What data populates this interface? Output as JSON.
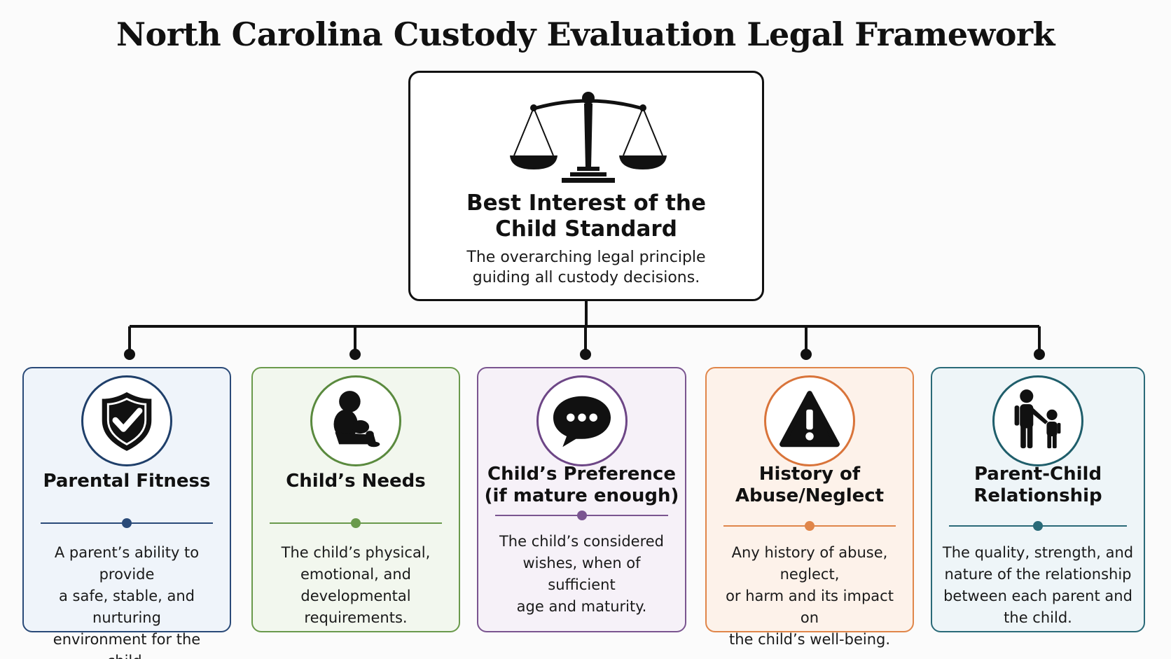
{
  "title": "North Carolina Custody Evaluation Legal Framework",
  "root": {
    "icon": "scales-of-justice-icon",
    "title_line1": "Best Interest of the",
    "title_line2": "Child Standard",
    "desc_line1": "The overarching legal principle",
    "desc_line2": "guiding all custody decisions."
  },
  "factors": [
    {
      "icon": "shield-check-icon",
      "accent": "#2a4a78",
      "title": [
        "Parental Fitness"
      ],
      "desc": [
        "A parent’s ability to provide",
        "a safe, stable, and nurturing",
        "environment for the child."
      ]
    },
    {
      "icon": "sitting-child-icon",
      "accent": "#6a9a4c",
      "title": [
        "Child’s Needs"
      ],
      "desc": [
        "The child’s physical,",
        "emotional, and",
        "developmental",
        "requirements."
      ]
    },
    {
      "icon": "speech-bubble-icon",
      "accent": "#7a5590",
      "title": [
        "Child’s Preference",
        "(if mature enough)"
      ],
      "desc": [
        "The child’s considered",
        "wishes, when of sufficient",
        "age and maturity."
      ]
    },
    {
      "icon": "warning-triangle-icon",
      "accent": "#e0864a",
      "title": [
        "History of",
        "Abuse/Neglect"
      ],
      "desc": [
        "Any history of abuse, neglect,",
        "or harm and its impact on",
        "the child’s well-being."
      ]
    },
    {
      "icon": "parent-child-icon",
      "accent": "#2a6a78",
      "title": [
        "Parent-Child",
        "Relationship"
      ],
      "desc": [
        "The quality, strength, and",
        "nature of the relationship",
        "between each parent and",
        "the child."
      ]
    }
  ]
}
